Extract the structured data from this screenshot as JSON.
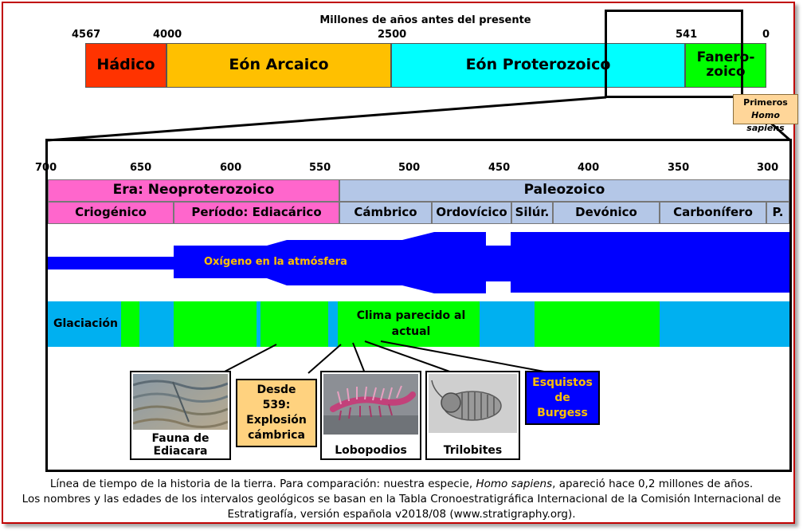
{
  "top": {
    "title": "Millones de años antes del presente",
    "ticks": [
      "4567",
      "4000",
      "2500",
      "541",
      "0"
    ],
    "eons": [
      "Hádico",
      "Eón Arcaico",
      "Eón Proterozoico",
      "Fanero-\nzoico"
    ],
    "colors": {
      "hadico": "#ff3300",
      "arcaico": "#ffc000",
      "proterozoico": "#00ffff",
      "fanerozoico": "#00ff00"
    }
  },
  "sapiens": {
    "line1": "Primeros",
    "line2": "Homo sapiens"
  },
  "zoom": {
    "ticks": [
      "700",
      "650",
      "600",
      "550",
      "500",
      "450",
      "400",
      "350",
      "300"
    ],
    "eras": [
      "Era: Neoproterozoico",
      "Paleozoico"
    ],
    "periods": [
      "Criogénico",
      "Período: Ediacárico",
      "Cámbrico",
      "Ordovícico",
      "Silúr.",
      "Devónico",
      "Carbonífero",
      "P."
    ],
    "oxygen_label": "Oxígeno en la atmósfera",
    "glaciation_label": "Glaciación",
    "clima_label": "Clima parecido al actual",
    "colors": {
      "era_neo": "#ff66cc",
      "era_paleo": "#b4c7e7",
      "oxygen": "#0000ff",
      "cold": "#00b0f0",
      "warm": "#00ff00"
    }
  },
  "boxes": {
    "ediacara": "Fauna de Ediacara",
    "explosion": "Desde 539: Explosión cámbrica",
    "lobopodios": "Lobopodios",
    "trilobites": "Trilobites",
    "burgess": "Esquistos de Burgess"
  },
  "caption": {
    "line1_a": "Línea de tiempo de la historia de la tierra. Para comparación: nuestra especie, ",
    "line1_i": "Homo sapiens",
    "line1_b": ", apareció hace 0,2 millones de años.",
    "line2": "Los nombres y las edades de los intervalos geológicos se basan en la Tabla Cronoestratigráfica Internacional de la Comisión Internacional de",
    "line3": "Estratigrafía, versión española v2018/08 (www.stratigraphy.org)."
  }
}
